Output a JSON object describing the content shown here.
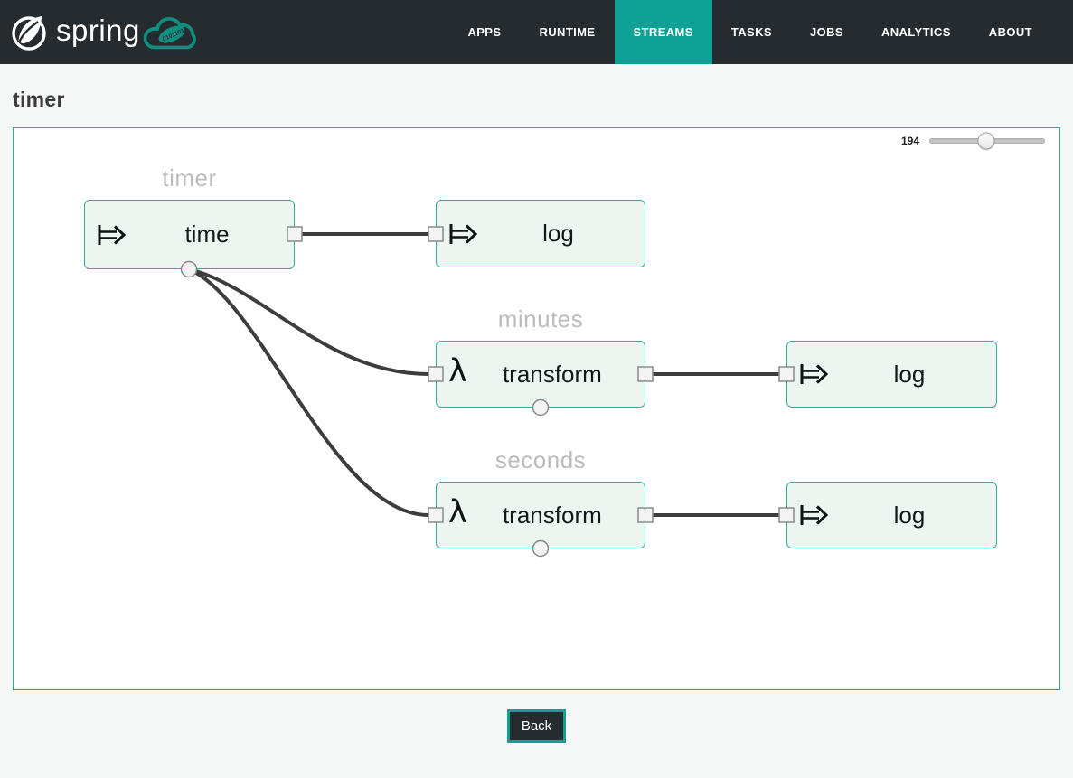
{
  "colors": {
    "accent": "#0DA295",
    "navbar_bg": "#262B2F",
    "canvas_border": "#2AA9A2",
    "node_border": "#30ABA1",
    "node_fill": "#ECF5EF",
    "link": "#3D3D3D",
    "stream_label": "#BCBCBC",
    "cloud_logo": "#0E9080"
  },
  "navbar": {
    "brand": {
      "name": "spring",
      "icons": [
        "spring-leaf-icon",
        "dataflow-cloud-icon"
      ],
      "cloud_binary": "01011010"
    },
    "items": [
      {
        "label": "APPS",
        "active": false
      },
      {
        "label": "RUNTIME",
        "active": false
      },
      {
        "label": "STREAMS",
        "active": true
      },
      {
        "label": "TASKS",
        "active": false
      },
      {
        "label": "JOBS",
        "active": false
      },
      {
        "label": "ANALYTICS",
        "active": false
      },
      {
        "label": "ABOUT",
        "active": false
      }
    ]
  },
  "page": {
    "title": "timer"
  },
  "canvas": {
    "zoom_control": {
      "value": "194"
    },
    "stream_labels": [
      "timer",
      "minutes",
      "seconds"
    ],
    "symbols": {
      "lambda": "λ"
    },
    "nodes": [
      {
        "id": "time",
        "label": "time",
        "type": "source",
        "icon": "tap-arrow-icon",
        "stream": "timer"
      },
      {
        "id": "log",
        "label": "log",
        "type": "sink",
        "icon": "tap-arrow-icon",
        "stream": "timer"
      },
      {
        "id": "transform",
        "label": "transform",
        "type": "processor",
        "icon": "lambda-icon",
        "stream": "minutes"
      },
      {
        "id": "log",
        "label": "log",
        "type": "sink",
        "icon": "tap-arrow-icon",
        "stream": "minutes"
      },
      {
        "id": "transform",
        "label": "transform",
        "type": "processor",
        "icon": "lambda-icon",
        "stream": "seconds"
      },
      {
        "id": "log",
        "label": "log",
        "type": "sink",
        "icon": "tap-arrow-icon",
        "stream": "seconds"
      }
    ],
    "links": [
      {
        "from": "timer.time",
        "to": "timer.log"
      },
      {
        "from": "timer.time.tap",
        "to": "minutes.transform"
      },
      {
        "from": "minutes.transform",
        "to": "minutes.log"
      },
      {
        "from": "timer.time.tap",
        "to": "seconds.transform"
      },
      {
        "from": "seconds.transform",
        "to": "seconds.log"
      }
    ]
  },
  "footer": {
    "back_label": "Back"
  }
}
